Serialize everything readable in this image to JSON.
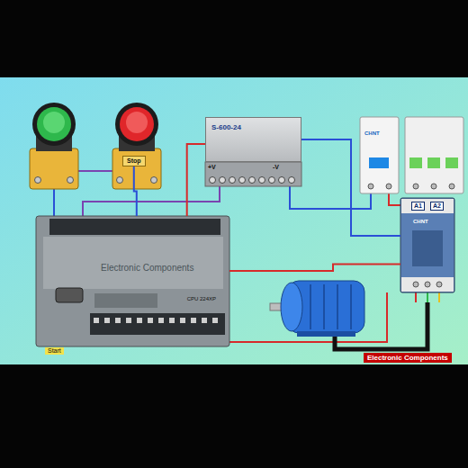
{
  "diagram": {
    "nodes": [
      {
        "text": [
          "Stop"
        ]
      },
      {
        "text": [
          "S-600-24"
        ]
      },
      {
        "text": [
          "A1",
          "A2"
        ]
      },
      {
        "text": [
          "CPU 224XP"
        ]
      },
      {
        "text": [
          "Start"
        ]
      },
      {
        "text": [
          "Electronic Components"
        ]
      }
    ],
    "edges": [
      {
        "from": 0,
        "to": 3,
        "arrow": "none"
      },
      {
        "from": 1,
        "to": 3,
        "arrow": "none"
      },
      {
        "from": 1,
        "to": 2,
        "arrow": "none"
      },
      {
        "from": 3,
        "to": 2,
        "arrow": "none"
      }
    ],
    "labels": [
      "+V",
      "-V",
      "CHNT",
      "CHNT",
      "Electronic Components"
    ]
  }
}
